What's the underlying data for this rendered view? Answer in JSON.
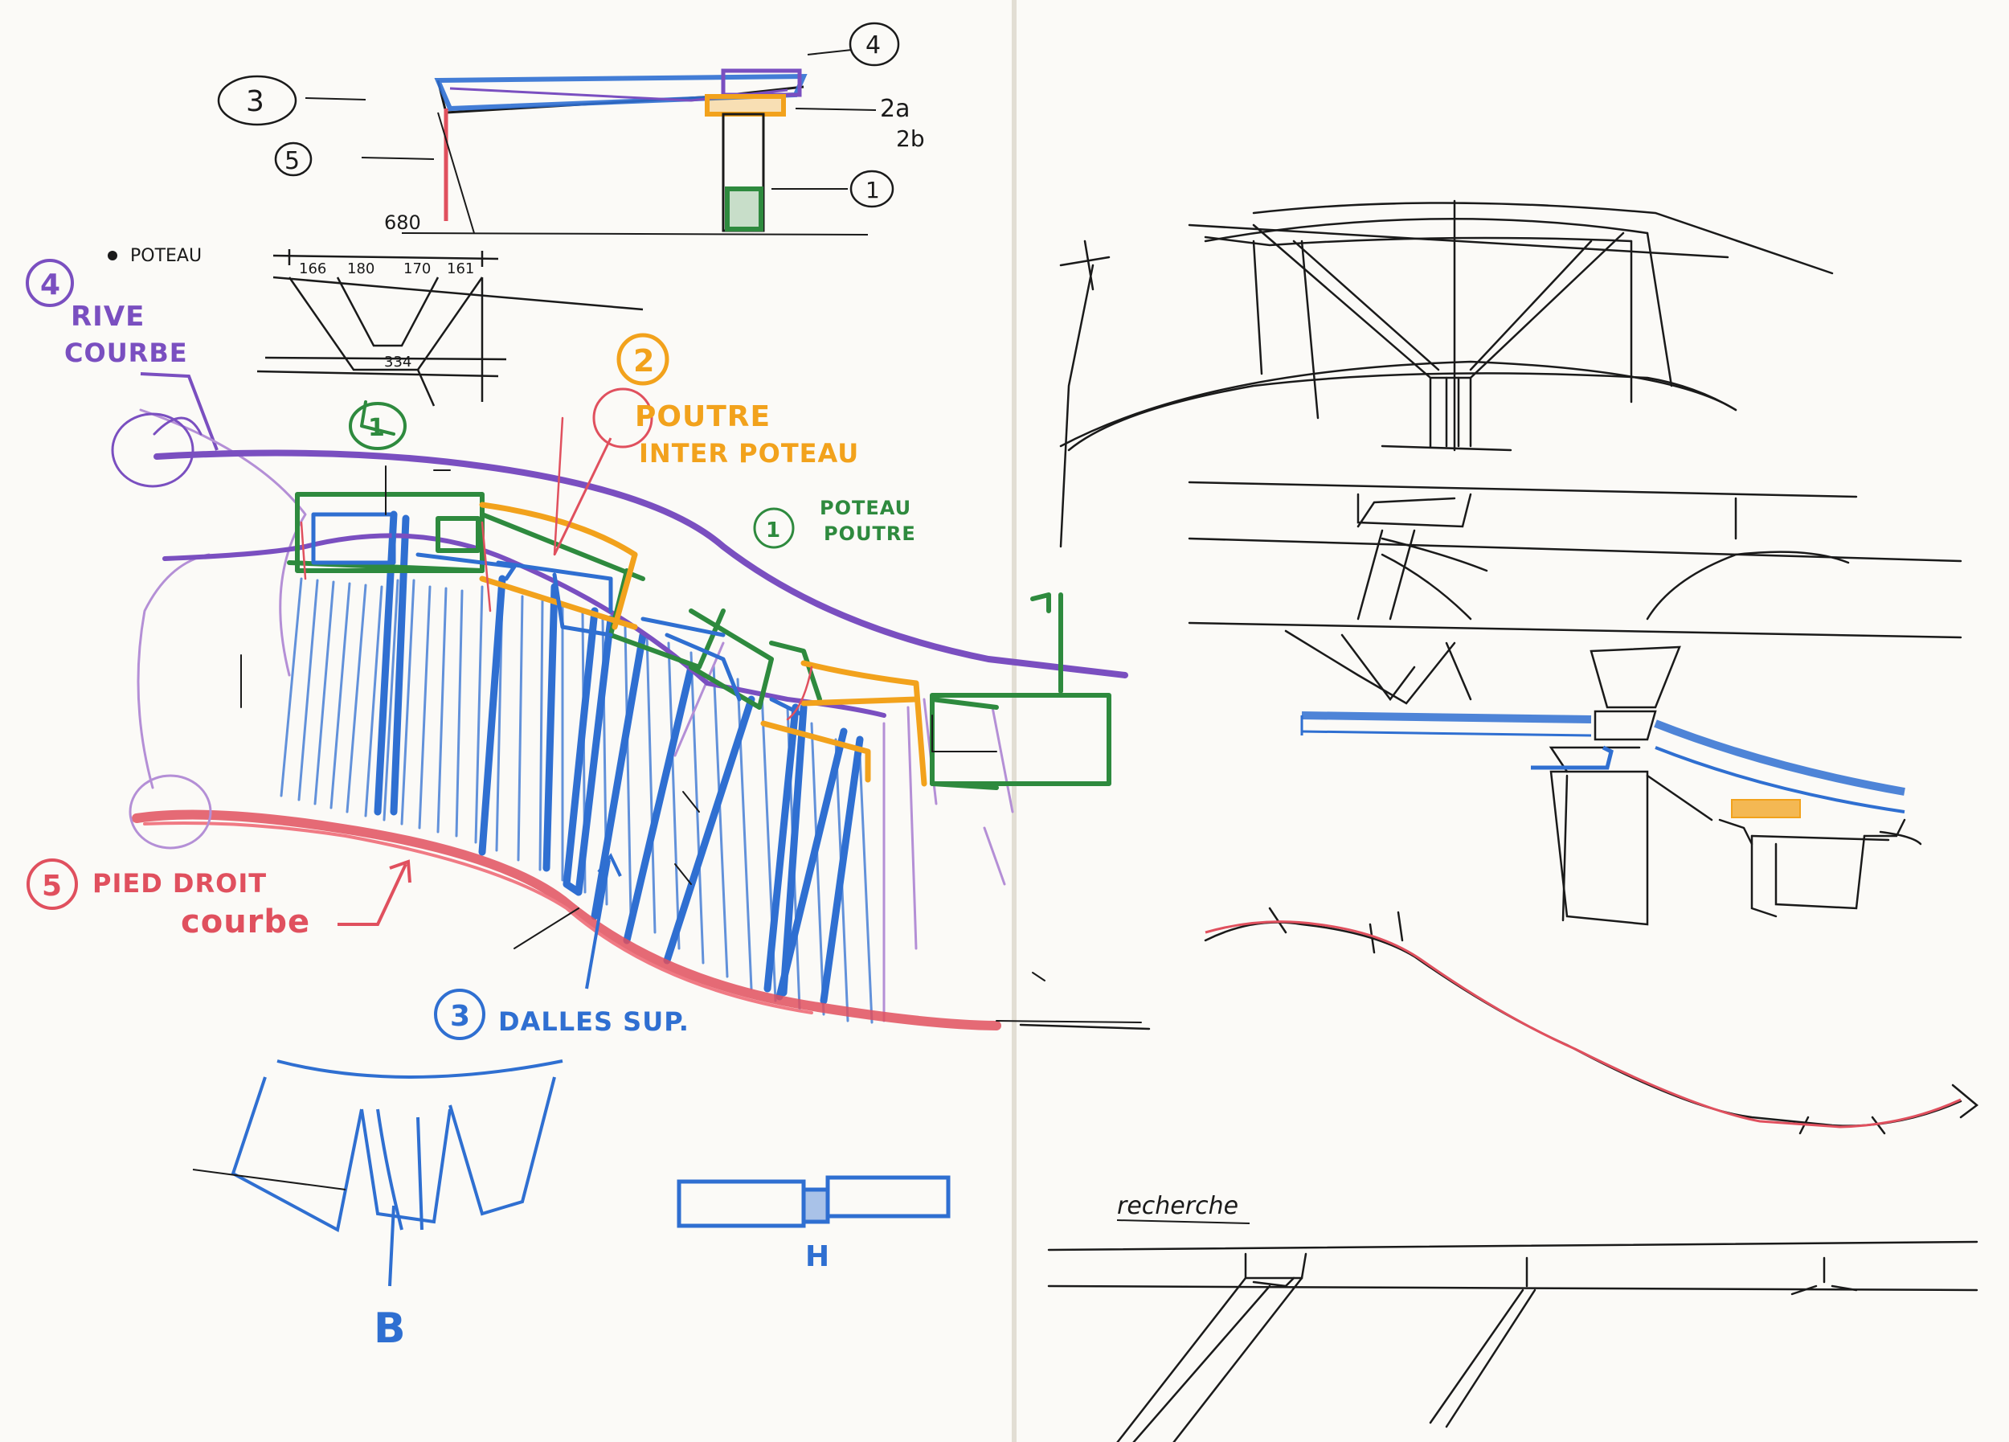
{
  "labels": {
    "top_callout_3": "3",
    "top_callout_5": "5",
    "top_callout_4": "4",
    "top_callout_2a": "2a",
    "top_callout_2b": "2b",
    "top_callout_1": "1",
    "top_dim": "680",
    "poteau_title": "POTEAU",
    "poteau_dims": [
      "166",
      "180",
      "170",
      "161"
    ],
    "poteau_bottom_dim": "334",
    "n4": "4",
    "rive_line1": "RIVE",
    "rive_line2": "COURBE",
    "n2": "2",
    "poutre_line1": "POUTRE",
    "poutre_line2": "INTER POTEAU",
    "n1": "1",
    "poteau_poutre_line1": "POTEAU",
    "poteau_poutre_line2": "POUTRE",
    "n5": "5",
    "pied_line1": "PIED DROIT",
    "pied_line2": "courbe",
    "n3": "3",
    "dalles": "DALLES SUP.",
    "letter_b": "B",
    "letter_h": "H",
    "recherche": "recherche"
  },
  "colors": {
    "ink": "#1a1a1a",
    "blue": "#2f6fd1",
    "green": "#2e8a3e",
    "orange": "#f2a21c",
    "purple": "#7a4fc0",
    "red": "#e0505e",
    "lilac": "#b48fd6"
  }
}
